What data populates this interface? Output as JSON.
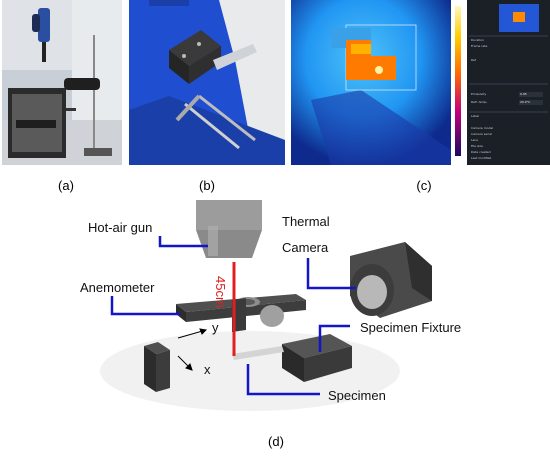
{
  "panels": {
    "a": {
      "caption": "(a)"
    },
    "b": {
      "caption": "(b)"
    },
    "c": {
      "caption": "(c)",
      "thermal_ui": {
        "rows": [
          "Duration",
          "Frame rate",
          "Ref",
          "Emissivity",
          "Refl. temp.",
          "Label",
          "Camera model",
          "Camera serial",
          "Lens",
          "File size",
          "Date created",
          "Last modified"
        ],
        "values": [
          "",
          "",
          "",
          "0.95",
          "20.0°C",
          "",
          "",
          "",
          "",
          "",
          "",
          ""
        ]
      }
    }
  },
  "diagram": {
    "caption": "(d)",
    "labels": {
      "hot_air_gun": "Hot-air gun",
      "thermal_camera_line1": "Thermal",
      "thermal_camera_line2": "Camera",
      "anemometer": "Anemometer",
      "distance": "45cm",
      "specimen_fixture": "Specimen Fixture",
      "specimen": "Specimen",
      "axis_y": "y",
      "axis_x": "x"
    },
    "colors": {
      "leader_lines": "#1414c8",
      "distance_line": "#e02020",
      "device_body": "#3a3a3a"
    }
  }
}
